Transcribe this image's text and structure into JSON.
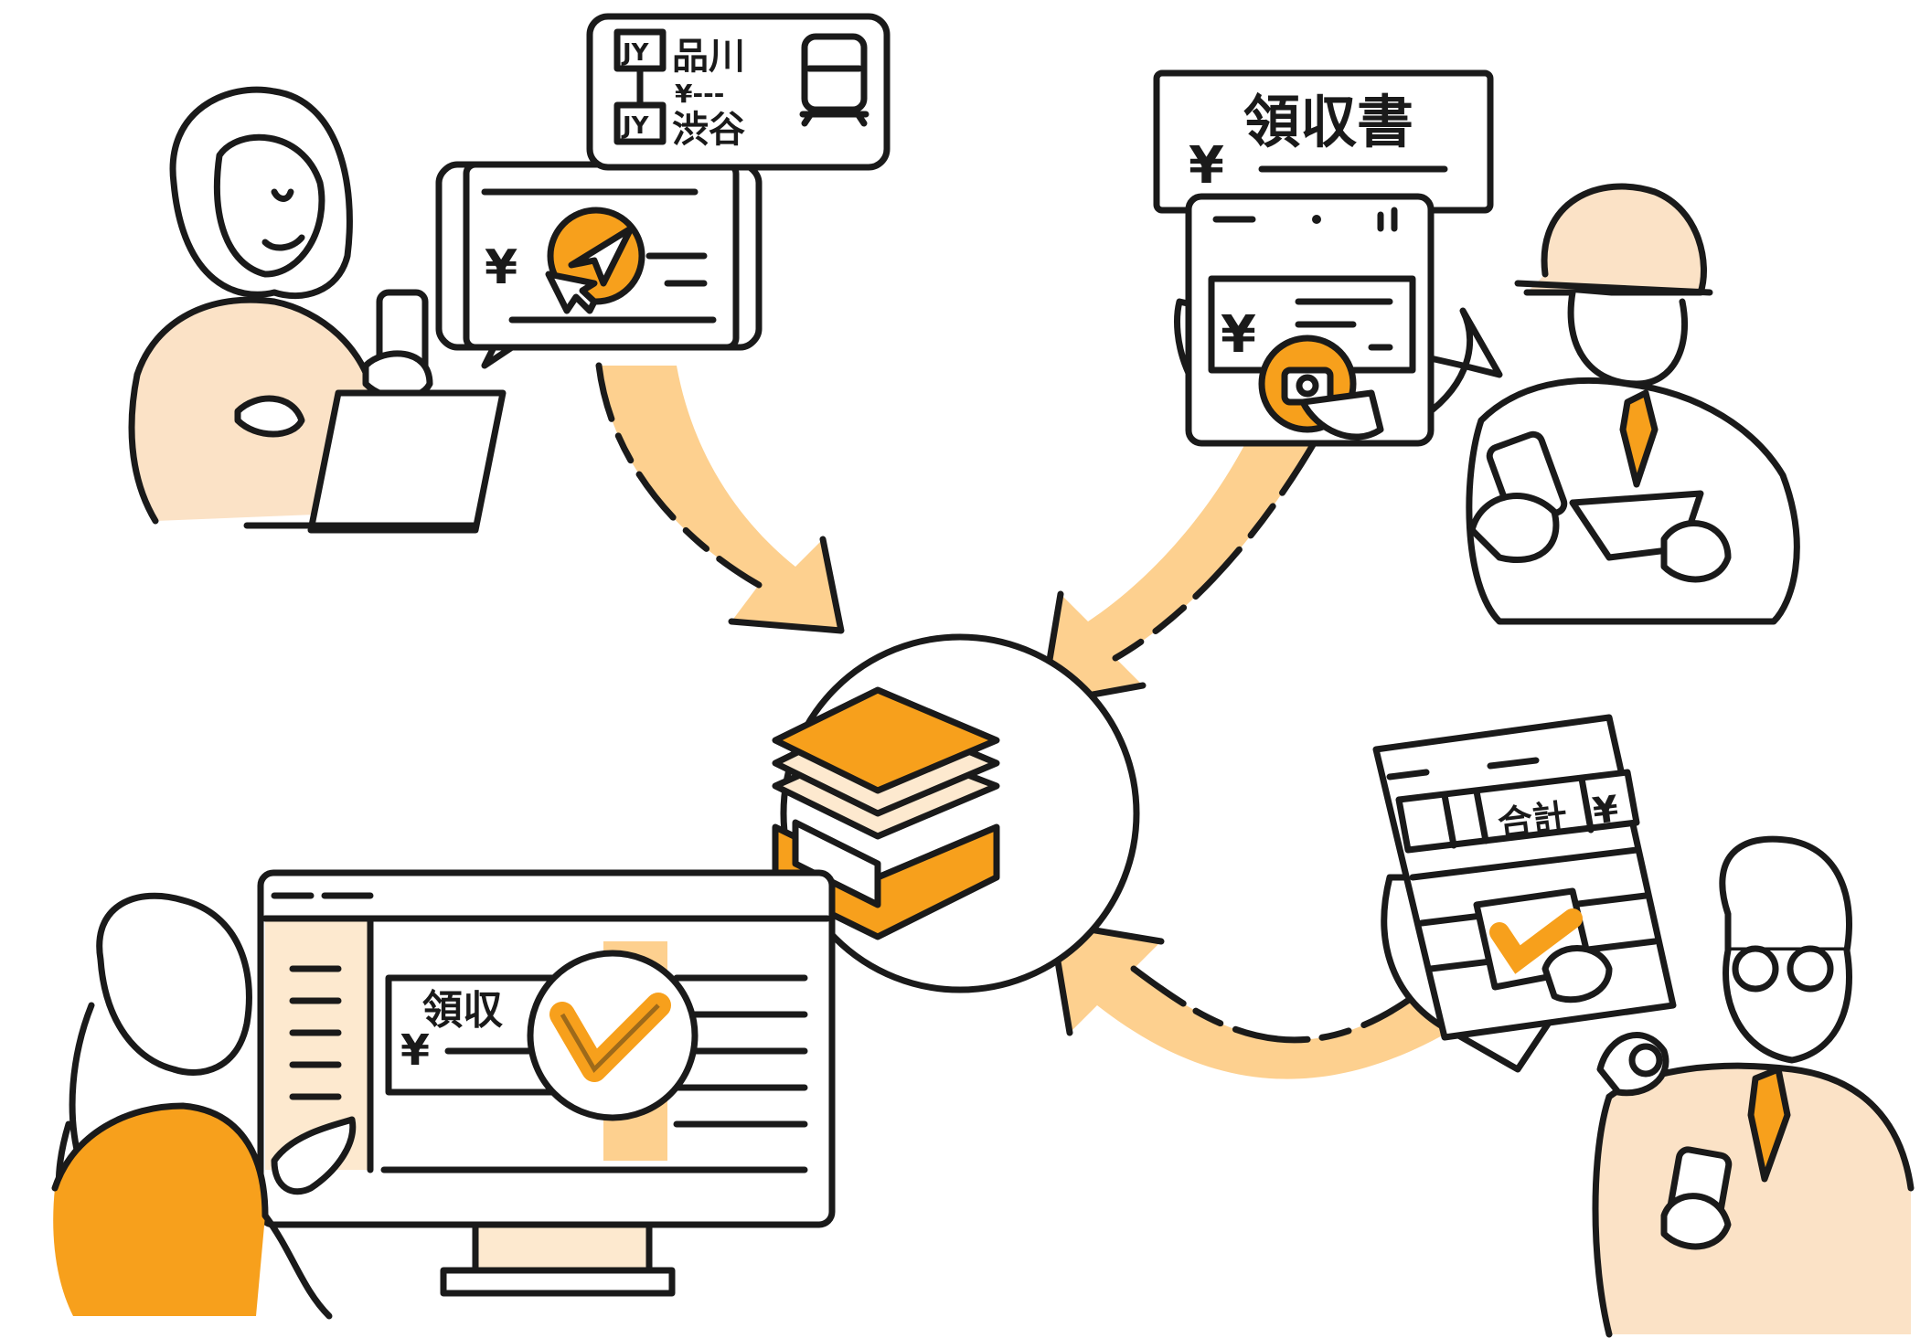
{
  "scene": {
    "transit_card": {
      "line_badge": "JY",
      "from_station": "品川",
      "to_station": "渋谷",
      "fare_text": "¥---"
    },
    "receipt": {
      "title": "領収書",
      "yen": "¥"
    },
    "tablet_yen": "¥",
    "phone_yen": "¥",
    "spreadsheet_header": {
      "total": "合計",
      "yen": "¥"
    },
    "monitor_receipt": {
      "title": "領収",
      "yen": "¥"
    }
  },
  "colors": {
    "accent": "#f7a01c",
    "arrow": "#fdd08f",
    "skin": "#fbe2c6",
    "ink": "#1a1a1a"
  }
}
